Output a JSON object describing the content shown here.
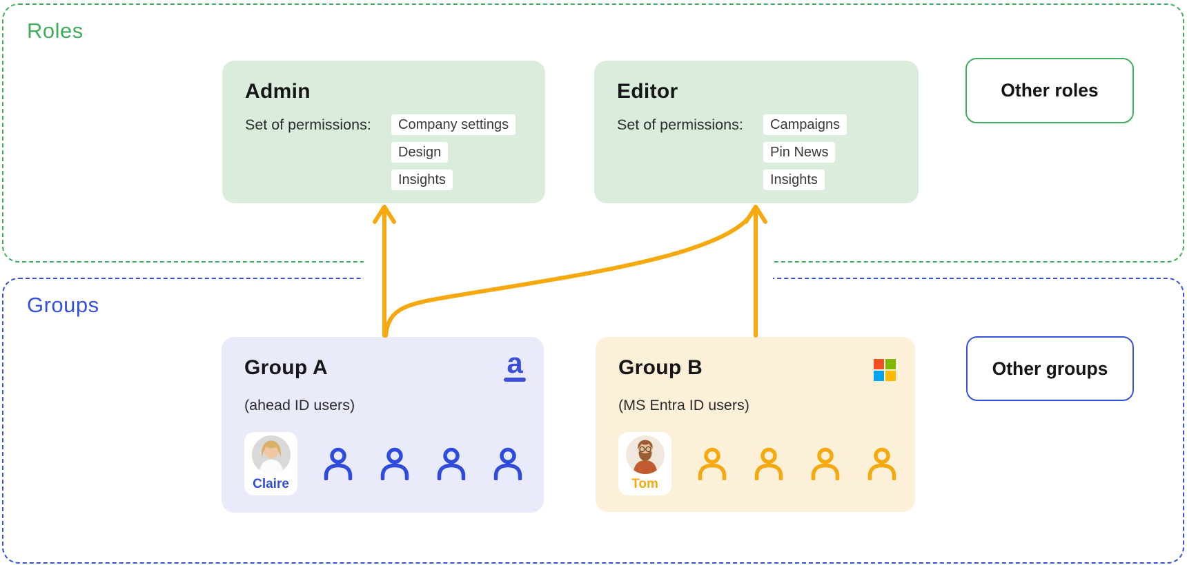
{
  "regions": {
    "roles": {
      "label": "Roles",
      "accent_color": "#3EAD5C"
    },
    "groups": {
      "label": "Groups",
      "accent_color": "#3350E0"
    }
  },
  "cards": {
    "admin": {
      "title": "Admin",
      "permissions_label": "Set of permissions:",
      "permissions": [
        "Company settings",
        "Design",
        "Insights"
      ],
      "bg_color": "#DAEDDC"
    },
    "editor": {
      "title": "Editor",
      "permissions_label": "Set of permissions:",
      "permissions": [
        "Campaigns",
        "Pin News",
        "Insights"
      ],
      "bg_color": "#DAEDDC"
    },
    "group_a": {
      "title": "Group A",
      "subtitle": "(ahead ID users)",
      "member_name": "Claire",
      "logo": "ahead-logo",
      "other_member_count": 4,
      "bg_color": "#EAEBFA",
      "accent_color": "#2F4BDB"
    },
    "group_b": {
      "title": "Group B",
      "subtitle": "(MS Entra ID users)",
      "member_name": "Tom",
      "logo": "microsoft-logo",
      "other_member_count": 4,
      "bg_color": "#FCF0D8",
      "accent_color": "#F6A90F"
    }
  },
  "boxes": {
    "other_roles": {
      "label": "Other roles",
      "border_color": "#3EAD5C"
    },
    "other_groups": {
      "label": "Other groups",
      "border_color": "#3350E0"
    }
  },
  "arrows": {
    "color": "#F6A90F",
    "connections": [
      "Group A → Admin",
      "Group A → Editor",
      "Group B → Editor"
    ]
  },
  "logos": {
    "microsoft_colors": [
      "#F25022",
      "#7FBA00",
      "#00A4EF",
      "#FFB900"
    ],
    "ahead_color": "#3B4FDB"
  }
}
